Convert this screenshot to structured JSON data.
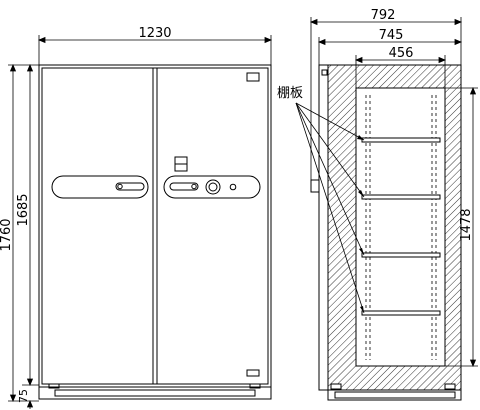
{
  "front_view": {
    "width_dim": "1230",
    "total_height_dim": "1760",
    "body_height_dim": "1685",
    "base_height_dim": "75"
  },
  "side_view": {
    "outer_depth_dim": "792",
    "body_depth_dim": "745",
    "inner_depth_dim": "456",
    "inner_height_dim": "1478",
    "shelf_label": "棚板"
  }
}
